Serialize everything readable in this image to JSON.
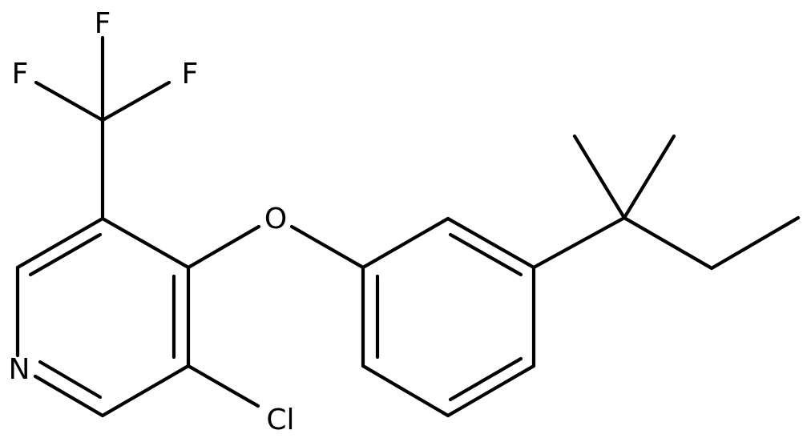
{
  "molecule": {
    "atom_labels": {
      "f_top": "F",
      "f_left": "F",
      "f_right": "F",
      "oxygen": "O",
      "nitrogen": "N",
      "chlorine": "Cl"
    },
    "colors": {
      "background": "#ffffff",
      "bond": "#000000",
      "label": "#000000"
    }
  }
}
